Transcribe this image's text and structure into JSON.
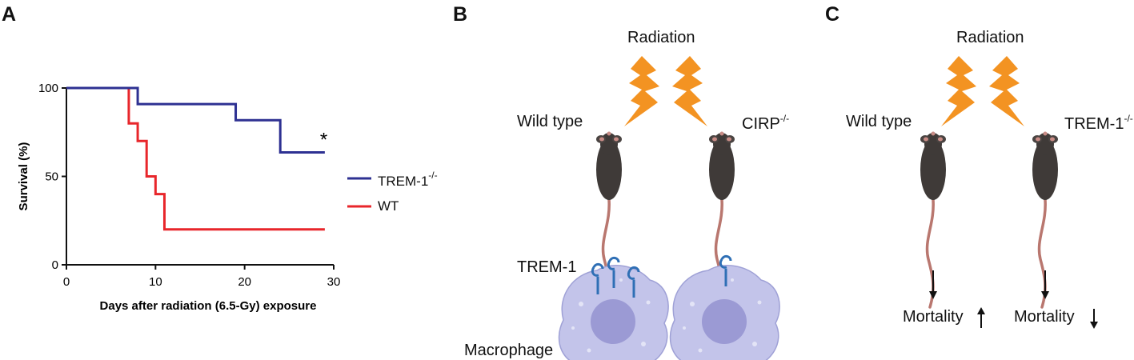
{
  "panels": {
    "a": "A",
    "b": "B",
    "c": "C"
  },
  "chart_data": {
    "type": "line",
    "step": true,
    "xlabel": "Days after radiation (6.5-Gy) exposure",
    "ylabel": "Survival (%)",
    "xlim": [
      0,
      30
    ],
    "ylim": [
      0,
      100
    ],
    "xticks": [
      "0",
      "10",
      "20",
      "30"
    ],
    "yticks": [
      "0",
      "50",
      "100"
    ],
    "annotation": "*",
    "legend_position": "right",
    "series": [
      {
        "name": "TREM-1",
        "name_sup": "-/-",
        "color": "#2e3192",
        "x": [
          0,
          8,
          19,
          24,
          29
        ],
        "y": [
          100,
          90.9,
          81.8,
          63.6,
          63.6
        ]
      },
      {
        "name": "WT",
        "color": "#e8262b",
        "x": [
          0,
          7,
          8,
          9,
          10,
          11,
          29
        ],
        "y": [
          100,
          80,
          70,
          50,
          40,
          20,
          20
        ]
      }
    ]
  },
  "diagram_b": {
    "title": "Radiation",
    "left_label": "Wild type",
    "right_label": "CIRP",
    "right_label_sup": "-/-",
    "receptor_label": "TREM-1",
    "cell_label": "Macrophage"
  },
  "diagram_c": {
    "title": "Radiation",
    "left_label": "Wild type",
    "right_label": "TREM-1",
    "right_label_sup": "-/-",
    "left_outcome": "Mortality",
    "right_outcome": "Mortality"
  },
  "colors": {
    "bolt": "#f39322",
    "mouse": "#3f3a38",
    "tail": "#b9776f",
    "cell": "#c3c4ea",
    "nucleus": "#9b9ad4",
    "receptor": "#2f6fb5"
  }
}
